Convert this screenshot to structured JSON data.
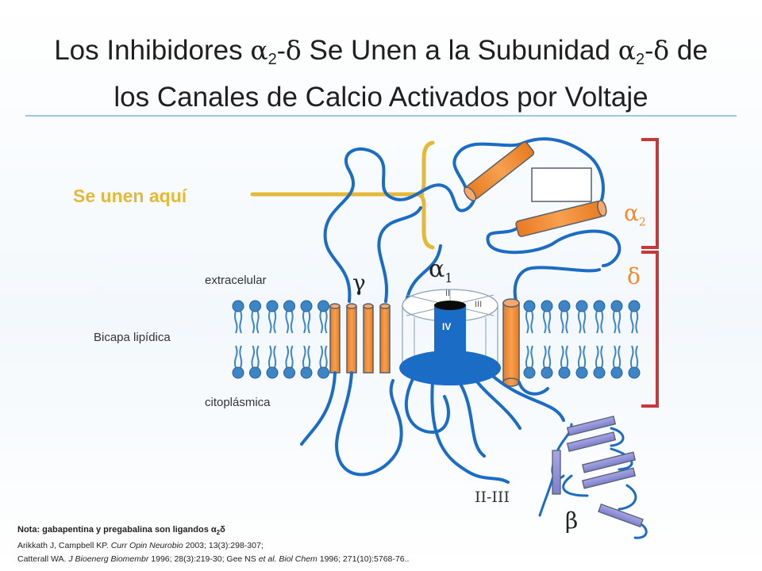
{
  "title": {
    "part1": "Los Inhibidores ",
    "alpha": "α",
    "sub2": "2",
    "dash_delta": "-δ",
    "part2": " Se Unen a la Subunidad ",
    "alpha_b": "α",
    "sub2_b": "2",
    "dash_delta_b": "-δ",
    "part3": " de",
    "line2": "los Canales de Calcio Activados por Voltaje"
  },
  "labels": {
    "bind_here": "Se unen aquí",
    "extracellular": "extracelular",
    "lipid_bilayer": "Bicapa lipídica",
    "cytoplasmic": "citoplásmica",
    "gamma": "γ",
    "alpha1": "α",
    "alpha1_sub": "1",
    "alpha2": "α",
    "alpha2_sub": "2",
    "delta": "δ",
    "beta": "β",
    "loop_2_3": "II-III",
    "domain_II": "II",
    "domain_III": "III",
    "domain_IV": "IV"
  },
  "references": {
    "note_prefix": "Nota: gabapentina y pregabalina son ligandos α",
    "note_sub": "2",
    "note_suffix": "δ",
    "ref1_authors": "Arikkath J, Campbell KP. ",
    "ref1_journal": "Curr Opin Neurobio",
    "ref1_rest": " 2003; 13(3):298-307;",
    "ref2_authors": "Catterall WA. ",
    "ref2_journal": "J Bioenerg Biomembr",
    "ref2_mid": " 1996; 28(3):219-30; Gee NS ",
    "ref2_etal": "et al. Biol Chem",
    "ref2_rest": " 1996; 271(10):5768-76.."
  },
  "colors": {
    "accent_blue": "#1b6cc4",
    "orange": "#f28a30",
    "yellow": "#e4b93a",
    "bracket_red": "#c6383a",
    "lipid_head": "#3c86c8",
    "beta_purple": "#8f8fd6"
  }
}
